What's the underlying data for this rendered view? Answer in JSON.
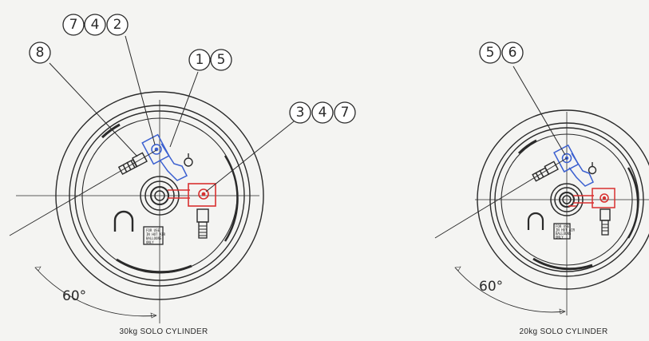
{
  "cylinders": [
    {
      "id": "30kg",
      "caption": "30kg SOLO CYLINDER",
      "angle_label": "60°",
      "callout_groups": [
        {
          "numbers": [
            "7",
            "4",
            "2"
          ]
        },
        {
          "numbers": [
            "8"
          ]
        },
        {
          "numbers": [
            "1",
            "5"
          ]
        },
        {
          "numbers": [
            "3",
            "4",
            "7"
          ]
        }
      ],
      "plate_text": [
        "FOR USE",
        "IN HOT AIR",
        "BALLOONS",
        "ONLY"
      ]
    },
    {
      "id": "20kg",
      "caption": "20kg SOLO CYLINDER",
      "angle_label": "60°",
      "callout_groups": [
        {
          "numbers": [
            "5",
            "6"
          ]
        }
      ],
      "plate_text": [
        "FOR USE",
        "IN HOT AIR",
        "BALLOONS",
        "ONLY"
      ]
    }
  ],
  "colors": {
    "linework": "#2a2a2a",
    "blue_valve": "#3a5fd0",
    "red_valve": "#d83030"
  }
}
